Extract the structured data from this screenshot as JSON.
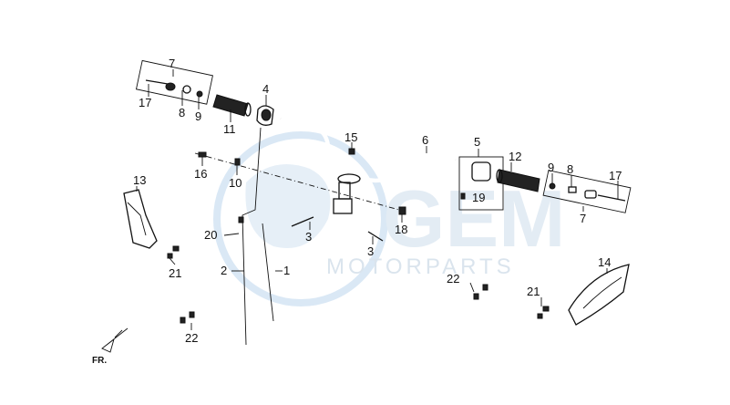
{
  "watermark": {
    "logo_text": "GEM",
    "subtext": "MOTORPARTS"
  },
  "direction_label": "FR.",
  "callouts": {
    "c1": "1",
    "c2": "2",
    "c3a": "3",
    "c3b": "3",
    "c4": "4",
    "c5": "5",
    "c6": "6",
    "c7a": "7",
    "c7b": "7",
    "c8a": "8",
    "c8b": "8",
    "c9a": "9",
    "c9b": "9",
    "c10": "10",
    "c11": "11",
    "c12": "12",
    "c13": "13",
    "c14": "14",
    "c15": "15",
    "c16": "16",
    "c17a": "17",
    "c17b": "17",
    "c18": "18",
    "c19": "19",
    "c20": "20",
    "c21a": "21",
    "c21b": "21",
    "c22a": "22",
    "c22b": "22"
  },
  "colors": {
    "line": "#111111",
    "watermark": "#c9dbee"
  }
}
